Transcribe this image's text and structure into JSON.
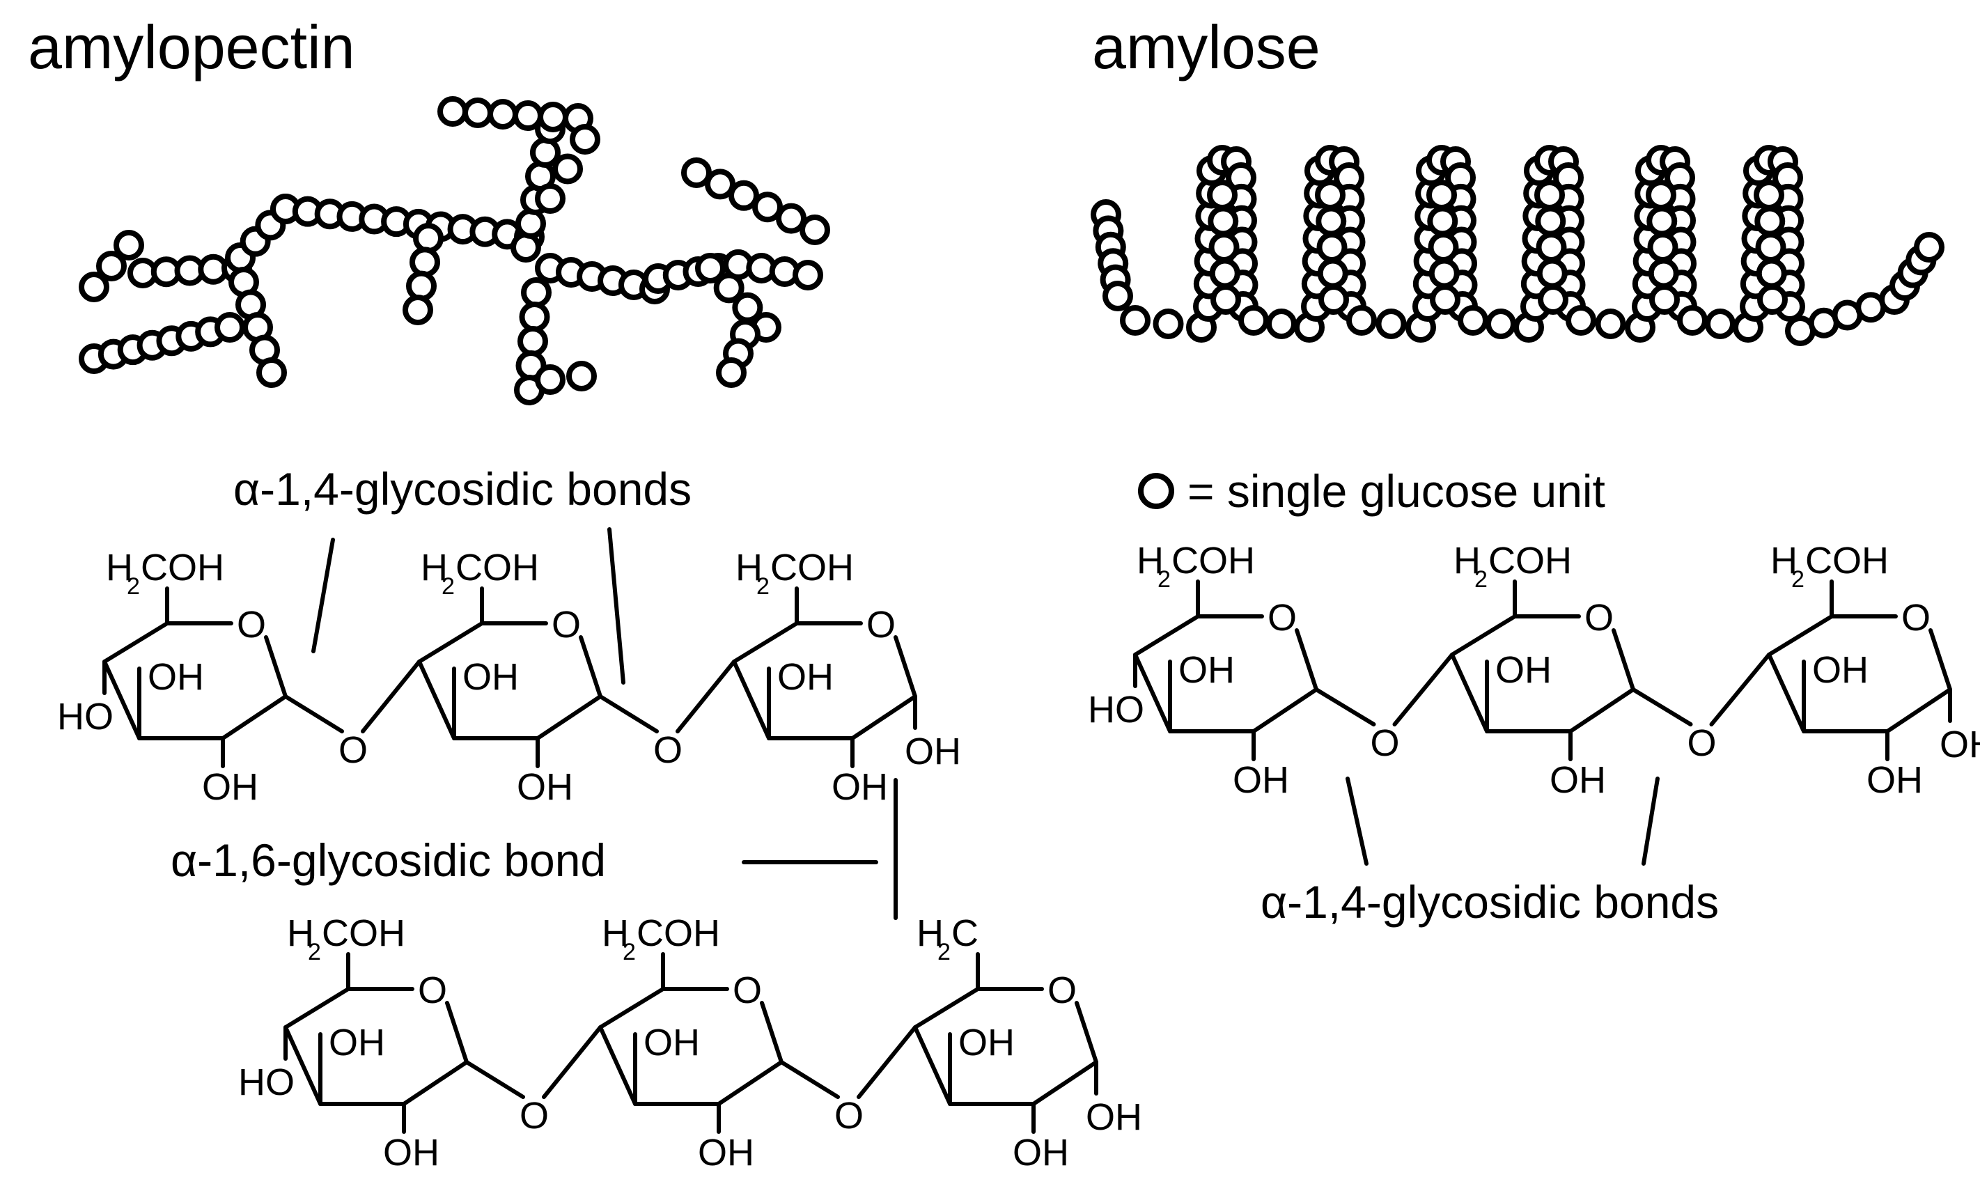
{
  "titles": {
    "amylopectin": "amylopectin",
    "amylose": "amylose"
  },
  "labels": {
    "a14_top": "α-1,4-glycosidic bonds",
    "a16": "α-1,6-glycosidic bond",
    "a14_right": "α-1,4-glycosidic bonds",
    "legend": "= single glucose unit"
  },
  "atoms": {
    "ring_O": "O",
    "link_O": "O",
    "OH": "OH",
    "HO": "HO",
    "H2": "H",
    "two": "2",
    "COH": "COH",
    "C": "C"
  },
  "colors": {
    "ink": "#000000",
    "background": "#ffffff"
  }
}
